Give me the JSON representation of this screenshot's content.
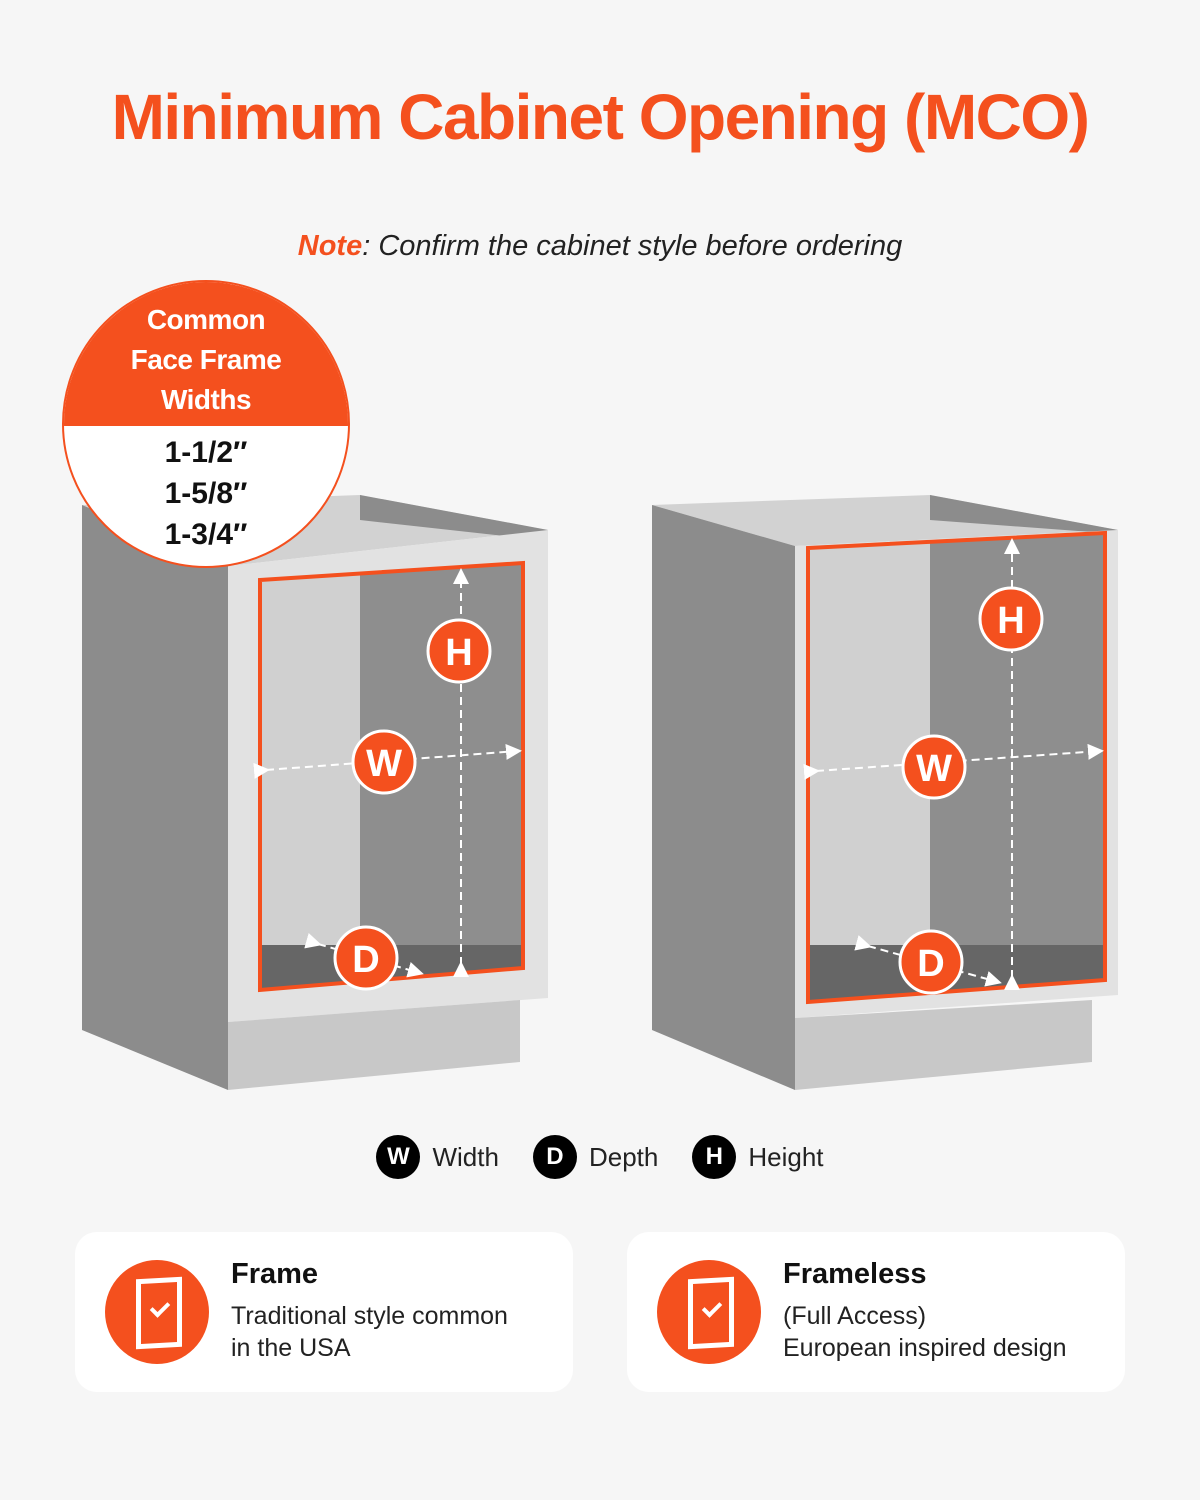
{
  "title": "Minimum Cabinet Opening (MCO)",
  "note": {
    "label": "Note",
    "text": ": Confirm the cabinet style before ordering"
  },
  "badge": {
    "heading": [
      "Common",
      "Face Frame",
      "Widths"
    ],
    "values": [
      "1-1/2″",
      "1-5/8″",
      "1-3/4″"
    ]
  },
  "markers": {
    "w": "W",
    "h": "H",
    "d": "D"
  },
  "legend": [
    {
      "letter": "W",
      "label": "Width"
    },
    {
      "letter": "D",
      "label": "Depth"
    },
    {
      "letter": "H",
      "label": "Height"
    }
  ],
  "cards": [
    {
      "title": "Frame",
      "lines": [
        "Traditional style common",
        "in the USA"
      ],
      "icon": "framed-door-check-icon"
    },
    {
      "title": "Frameless",
      "lines": [
        "(Full Access)",
        "European inspired design"
      ],
      "icon": "framed-door-check-icon"
    }
  ],
  "colors": {
    "accent": "#f4501e",
    "cabinet_dark": "#8c8c8c",
    "cabinet_light": "#e2e2e2"
  }
}
